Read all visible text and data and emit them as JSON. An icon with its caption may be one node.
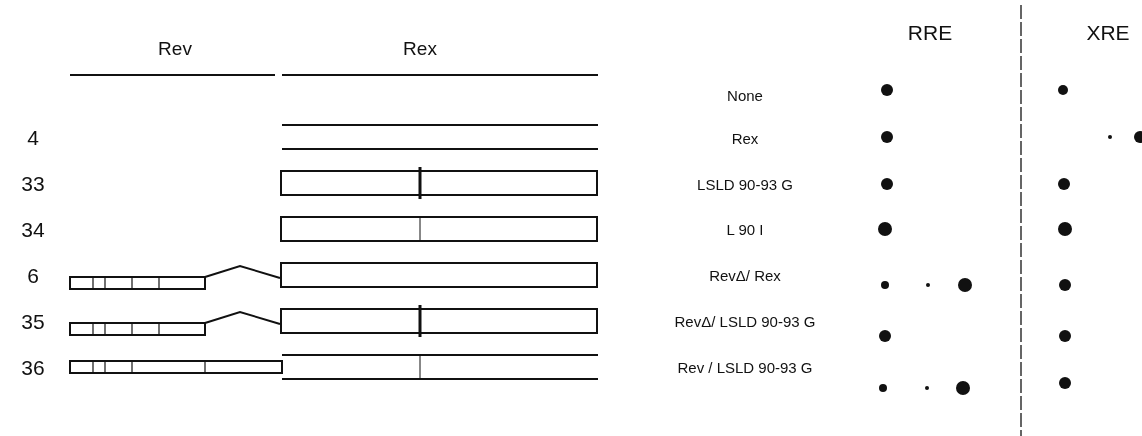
{
  "diagram": {
    "labels": [
      "RRE",
      "XRE",
      "Rev",
      "Rex",
      "None",
      "4",
      "Rex",
      "33",
      "LSLD 90-93 G",
      "34",
      "L 90 I",
      "6",
      "RevΔ/ Rex",
      "35",
      "RevΔ/ LSLD 90-93 G",
      "36",
      "Rev / LSLD 90-93 G"
    ]
  }
}
